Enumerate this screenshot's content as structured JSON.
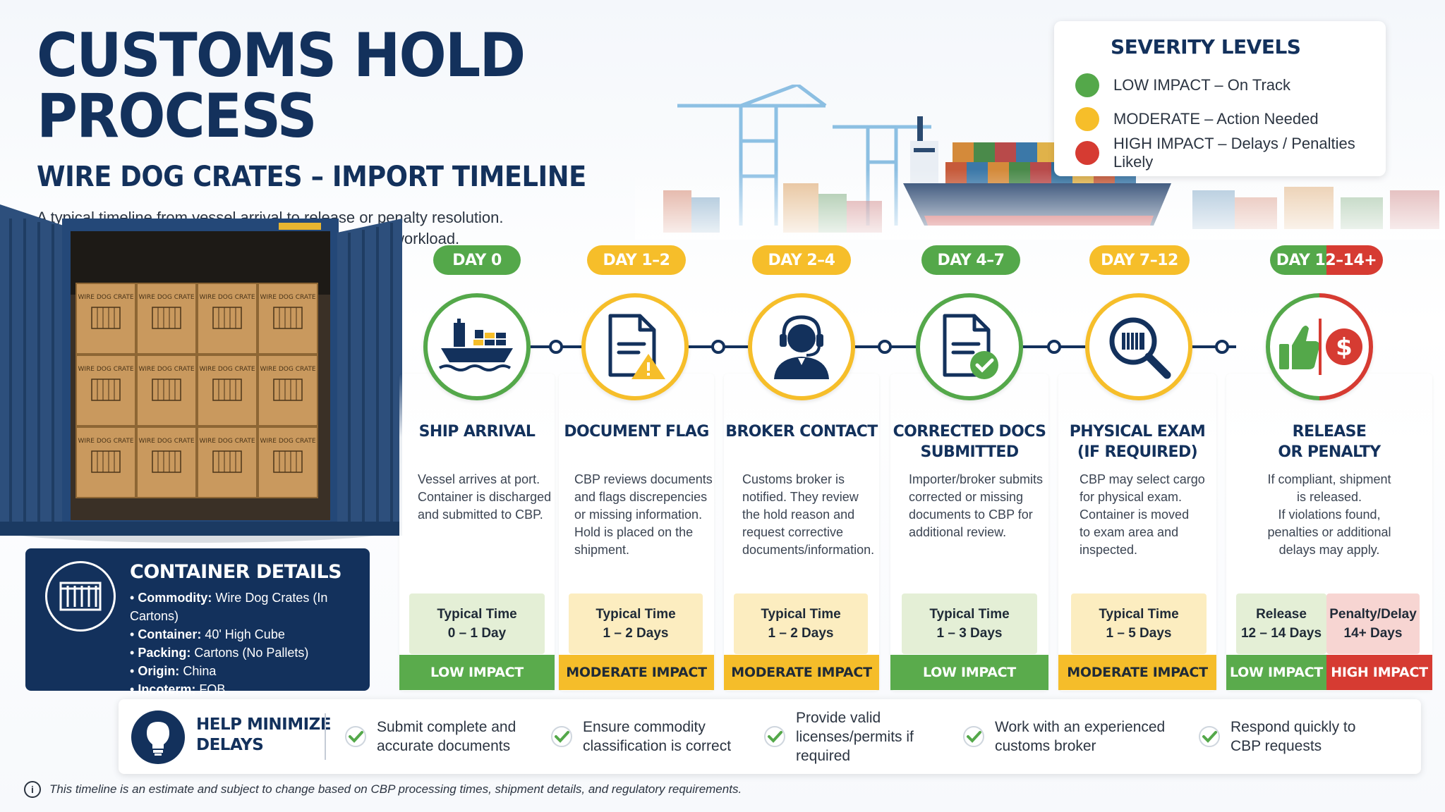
{
  "header": {
    "title": "CUSTOMS HOLD PROCESS",
    "subtitle": "WIRE DOG CRATES – IMPORT TIMELINE",
    "intro_line1": "A typical timeline from vessel arrival to release or penalty resolution.",
    "intro_line2": "Timelines vary based on issue complexity and CBP workload."
  },
  "legend": {
    "title": "SEVERITY LEVELS",
    "items": [
      {
        "label": "LOW IMPACT – On Track",
        "color": "#54a84a"
      },
      {
        "label": "MODERATE – Action Needed",
        "color": "#f6be2a"
      },
      {
        "label": "HIGH IMPACT – Delays / Penalties Likely",
        "color": "#d63b32"
      }
    ]
  },
  "container_art": {
    "carton_label": "WIRE DOG CRATE"
  },
  "details": {
    "title": "CONTAINER DETAILS",
    "items": [
      {
        "key": "Commodity:",
        "value": "Wire Dog Crates (In Cartons)"
      },
      {
        "key": "Container:",
        "value": "40' High Cube"
      },
      {
        "key": "Packing:",
        "value": "Cartons (No Pallets)"
      },
      {
        "key": "Origin:",
        "value": "China"
      },
      {
        "key": "Incoterm:",
        "value": "FOB"
      }
    ]
  },
  "steps": [
    {
      "day": "DAY 0",
      "title_line1": "SHIP ARRIVAL",
      "title_line2": "",
      "desc": [
        "Vessel arrives at port.",
        "Container is discharged",
        "and submitted to CBP."
      ],
      "time_label": "Typical Time",
      "time_value": "0 – 1 Day",
      "impact": "LOW IMPACT"
    },
    {
      "day": "DAY 1–2",
      "title_line1": "DOCUMENT FLAG",
      "title_line2": "",
      "desc": [
        "CBP reviews documents",
        "and flags discrepencies",
        "or missing information.",
        "Hold is placed on the",
        "shipment."
      ],
      "time_label": "Typical Time",
      "time_value": "1 – 2 Days",
      "impact": "MODERATE IMPACT"
    },
    {
      "day": "DAY 2–4",
      "title_line1": "BROKER CONTACT",
      "title_line2": "",
      "desc": [
        "Customs broker is",
        "notified. They review",
        "the hold reason and",
        "request corrective",
        "documents/information."
      ],
      "time_label": "Typical Time",
      "time_value": "1 – 2 Days",
      "impact": "MODERATE IMPACT"
    },
    {
      "day": "DAY 4–7",
      "title_line1": "CORRECTED DOCS",
      "title_line2": "SUBMITTED",
      "desc": [
        "Importer/broker submits",
        "corrected or missing",
        "documents to CBP for",
        "additional review."
      ],
      "time_label": "Typical Time",
      "time_value": "1 – 3 Days",
      "impact": "LOW IMPACT"
    },
    {
      "day": "DAY 7–12",
      "title_line1": "PHYSICAL EXAM",
      "title_line2": "(IF REQUIRED)",
      "desc": [
        "CBP may select cargo",
        "for physical exam.",
        "Container is moved",
        "to exam area and",
        "inspected."
      ],
      "time_label": "Typical Time",
      "time_value": "1 – 5 Days",
      "impact": "MODERATE IMPACT"
    },
    {
      "day": "DAY 12–14+",
      "title_line1": "RELEASE",
      "title_line2": "OR PENALTY",
      "desc": [
        "If compliant, shipment",
        "is released.",
        "If violations found,",
        "penalties or additional",
        "delays may apply."
      ],
      "release_label": "Release",
      "release_value": "12 – 14 Days",
      "release_impact": "LOW IMPACT",
      "penalty_label": "Penalty/Delay",
      "penalty_value": "14+ Days",
      "penalty_impact": "HIGH IMPACT"
    }
  ],
  "tips": {
    "title_line1": "HELP MINIMIZE",
    "title_line2": "DELAYS",
    "items": [
      [
        "Submit complete and",
        "accurate documents"
      ],
      [
        "Ensure commodity",
        "classification is correct"
      ],
      [
        "Provide valid",
        "licenses/permits if",
        "required"
      ],
      [
        "Work with an experienced",
        "customs broker"
      ],
      [
        "Respond quickly to",
        "CBP requests"
      ]
    ]
  },
  "footnote": "This timeline is an estimate and subject to change based on CBP processing times, shipment details, and regulatory requirements."
}
